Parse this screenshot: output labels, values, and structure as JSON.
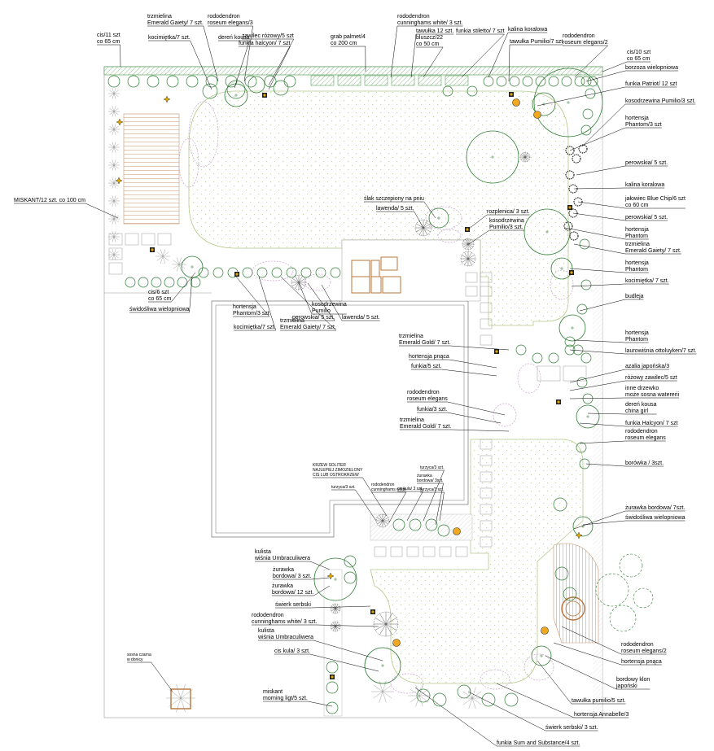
{
  "plan": {
    "colors": {
      "lawn": "#b5c98a",
      "hedge": "#3f8f3f",
      "plant": "#2e7d32",
      "flower": "#e0a800",
      "wood": "#b8743a",
      "ground": "#c9a3c9"
    },
    "labels": [
      {
        "name": "cis-11",
        "lines": [
          "cis/11 szt",
          "co 65 cm"
        ]
      },
      {
        "name": "trzmielina-top",
        "lines": [
          "trzmielina",
          "Emerald Gaiety/ 7 szt."
        ]
      },
      {
        "name": "rododendron-elegans-3",
        "lines": [
          "rododendron",
          "roseum elegans/3"
        ]
      },
      {
        "name": "kocimietka-top",
        "lines": [
          "kocimiętka/7 szt."
        ]
      },
      {
        "name": "deren-kousa-top",
        "lines": [
          "dereń kousa"
        ]
      },
      {
        "name": "zawilec-top",
        "lines": [
          "zawilec różowy/5 szt"
        ]
      },
      {
        "name": "funkia-halcyon-top",
        "lines": [
          "funkia halcyon/ 7 szt"
        ]
      },
      {
        "name": "grab-palmet",
        "lines": [
          "grab palmet/4",
          "co 200 cm"
        ]
      },
      {
        "name": "rododendron-cunninghams-top",
        "lines": [
          "rododendron",
          "cunninghams white/ 3 szt."
        ]
      },
      {
        "name": "tawulka-12",
        "lines": [
          "tawułka 12 szt."
        ]
      },
      {
        "name": "bluszcz",
        "lines": [
          "bluszcz/22",
          "co 50 cm"
        ]
      },
      {
        "name": "funkia-stiletto",
        "lines": [
          "funkia stiletto/ 7 szt"
        ]
      },
      {
        "name": "kalina-koralowa-top",
        "lines": [
          "kalina koralowa"
        ]
      },
      {
        "name": "tawulka-pumilio-top",
        "lines": [
          "tawułka Pumilio/7 szt"
        ]
      },
      {
        "name": "rododendron-elegans-2-top",
        "lines": [
          "rododendron",
          "roseum elegans/2"
        ]
      },
      {
        "name": "cis-10",
        "lines": [
          "cis/10 szt",
          "co 65 cm"
        ]
      },
      {
        "name": "borzoza",
        "lines": [
          "borzoza wielopniowa"
        ]
      },
      {
        "name": "funkia-patriot",
        "lines": [
          "funkia Patriot/ 12 szt"
        ]
      },
      {
        "name": "kosodrzewina-right",
        "lines": [
          "kosodrzewina Pumilio/3 szt."
        ]
      },
      {
        "name": "hortensja-phantom-3",
        "lines": [
          "hortensja",
          "Phantom/3 szt"
        ]
      },
      {
        "name": "perowskia-right-1",
        "lines": [
          "perowskia/ 5 szt."
        ]
      },
      {
        "name": "kalina-koralowa-right",
        "lines": [
          "kalina koralowa"
        ]
      },
      {
        "name": "jalowiec",
        "lines": [
          "jałowiec Blue Chip/6 szt",
          "co 60 cm"
        ]
      },
      {
        "name": "perowskia-right-2",
        "lines": [
          "perowskia/ 5 szt."
        ]
      },
      {
        "name": "hortensja-phantom-right",
        "lines": [
          "hortensja",
          "Phantom"
        ]
      },
      {
        "name": "trzmielina-right",
        "lines": [
          "trzmielina",
          "Emerald Gaiety/ 7 szt."
        ]
      },
      {
        "name": "hortensja-phantom-right-2",
        "lines": [
          "hortensja",
          "Phantom"
        ]
      },
      {
        "name": "kocimietka-right",
        "lines": [
          "kocimiętka/ 7 szt."
        ]
      },
      {
        "name": "budleja",
        "lines": [
          "budleja"
        ]
      },
      {
        "name": "hortensja-phantom-right-3",
        "lines": [
          "hortensja",
          "Phantom"
        ]
      },
      {
        "name": "laurowisnia",
        "lines": [
          "laurowiśnia ottoluyken/7 szt."
        ]
      },
      {
        "name": "azalia",
        "lines": [
          "azalia japońska/3"
        ]
      },
      {
        "name": "zawilec-right",
        "lines": [
          "różowy zawilec/5 szt"
        ]
      },
      {
        "name": "inne-drzewko",
        "lines": [
          "inne drzewko",
          "może sosna watererii"
        ]
      },
      {
        "name": "deren-kousa-right",
        "lines": [
          "dereń kousa",
          "china girl"
        ]
      },
      {
        "name": "funkia-halcyon-right",
        "lines": [
          "funkia Halcyon/ 7 szt"
        ]
      },
      {
        "name": "rododendron-elegans-right",
        "lines": [
          "rododendron",
          "roseum elegans"
        ]
      },
      {
        "name": "borowka",
        "lines": [
          "borówka / 3szt."
        ]
      },
      {
        "name": "zurawka-bordowa-7",
        "lines": [
          "żurawka bordowa/ 7szt."
        ]
      },
      {
        "name": "swidosliwa-right",
        "lines": [
          "świdośliwa wielopniowa"
        ]
      },
      {
        "name": "rododendron-elegans-2-bottom",
        "lines": [
          "rododendron",
          "roseum elegans/2"
        ]
      },
      {
        "name": "hortensja-pnaca-bottom",
        "lines": [
          "hortensja pnąca"
        ]
      },
      {
        "name": "bordowy-klon",
        "lines": [
          "bordowy klon",
          "japoński"
        ]
      },
      {
        "name": "tawulka-pumilio-bottom",
        "lines": [
          "tawułka pumilio/5 szt."
        ]
      },
      {
        "name": "hortensja-annabelle",
        "lines": [
          "hortensja Annabelle/3"
        ]
      },
      {
        "name": "swierk-bottom",
        "lines": [
          "świerk serbski/ 3 szt."
        ]
      },
      {
        "name": "funkia-sum",
        "lines": [
          "funkia Sum and Substance/4 szt."
        ]
      },
      {
        "name": "miskant-left",
        "lines": [
          "MISKANT/12 szt. co 100 cm"
        ]
      },
      {
        "name": "cis-6",
        "lines": [
          "cis/6 szt",
          "co 65 cm"
        ]
      },
      {
        "name": "swidosliwa-left",
        "lines": [
          "świdośliwa wielopniowa"
        ]
      },
      {
        "name": "hortensja-phantom-mid",
        "lines": [
          "hortensja",
          "Phantom/3 szt"
        ]
      },
      {
        "name": "kocimietka-mid",
        "lines": [
          "kocimiętka/7 szt."
        ]
      },
      {
        "name": "trzmielina-mid",
        "lines": [
          "trzmielina",
          "Emerald Gaiety/ 7 szt."
        ]
      },
      {
        "name": "perowskia-mid",
        "lines": [
          "perowskia/ 5 szt."
        ]
      },
      {
        "name": "kosodrzewina-mid",
        "lines": [
          "kosodrzewina",
          "Pumilio"
        ]
      },
      {
        "name": "lawenda-mid",
        "lines": [
          "lawenda/ 5 szt."
        ]
      },
      {
        "name": "slak",
        "lines": [
          "ślak szczepiony na pniu"
        ]
      },
      {
        "name": "lawenda-top",
        "lines": [
          "lawenda/ 5 szt."
        ]
      },
      {
        "name": "rozplenica",
        "lines": [
          "rozplenica/ 3 szt."
        ]
      },
      {
        "name": "kosodrzewina-center",
        "lines": [
          "kosodrzewina",
          "Pumilio/3 szt."
        ]
      },
      {
        "name": "trzmielina-gold-1",
        "lines": [
          "trzmielina",
          "Emerald Gold/ 7 szt."
        ]
      },
      {
        "name": "hortensja-pnaca-center",
        "lines": [
          "hortensja pnąca"
        ]
      },
      {
        "name": "funkia-5",
        "lines": [
          "funkia/5 szt."
        ]
      },
      {
        "name": "rododendron-elegans-center",
        "lines": [
          "rododendron",
          "roseum elegans"
        ]
      },
      {
        "name": "funkia-3",
        "lines": [
          "funkia/3 szt."
        ]
      },
      {
        "name": "trzmielina-gold-2",
        "lines": [
          "trzmielina",
          "Emerald Gold/ 7 szt."
        ]
      },
      {
        "name": "kulista-1",
        "lines": [
          "kulista",
          "wiśnia Umbraculiwera"
        ]
      },
      {
        "name": "zurawka-3",
        "lines": [
          "żurawka",
          "bordowa/ 3 szt."
        ]
      },
      {
        "name": "zurawka-12",
        "lines": [
          "żurawka",
          "bordowa/ 12 szt."
        ]
      },
      {
        "name": "swierk-serbski",
        "lines": [
          "świerk serbski"
        ]
      },
      {
        "name": "rododendron-cunninghams-bottom",
        "lines": [
          "rododendron",
          "cunninghams white/ 3 szt."
        ]
      },
      {
        "name": "kulista-2",
        "lines": [
          "kulista",
          "wiśnia Umbraculiwera"
        ]
      },
      {
        "name": "cis-kula",
        "lines": [
          "cis kula/ 3 szt."
        ]
      },
      {
        "name": "miskant-bottom",
        "lines": [
          "miskant",
          "morning ligt/5 szt."
        ]
      }
    ],
    "small_labels": [
      {
        "name": "krzew-soliter",
        "lines": [
          "KRZEW SOLITER",
          "NAJLEPIEJ ZIMOZIELONY",
          "CIS LUB OSTROKRZEW"
        ]
      },
      {
        "name": "turzyca-1",
        "lines": [
          "turzyca/3 szt."
        ]
      },
      {
        "name": "turzyca-2",
        "lines": [
          "turzyca/3 szt."
        ]
      },
      {
        "name": "zurawka-bordowa-small",
        "lines": [
          "żurawka",
          "bordowa/ 3szt."
        ]
      },
      {
        "name": "rododendron-cunninghams-small",
        "lines": [
          "rododendron",
          "cunninghams white"
        ]
      },
      {
        "name": "cis-kula-small",
        "lines": [
          "cis kula/ 3 szt."
        ]
      },
      {
        "name": "turzyca-3",
        "lines": [
          "turzyca/3 szt."
        ]
      },
      {
        "name": "sosna-czarna",
        "lines": [
          "sosna czarna",
          "w donicy"
        ]
      }
    ]
  }
}
